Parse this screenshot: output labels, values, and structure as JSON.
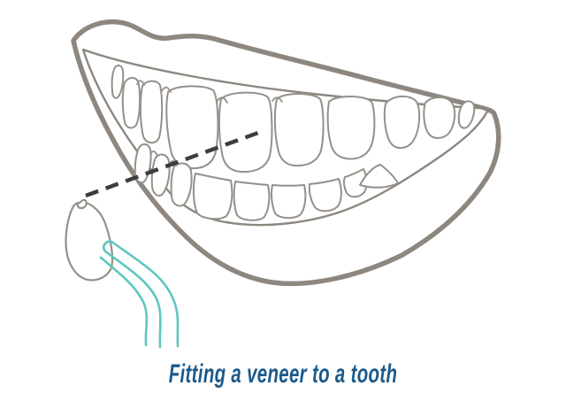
{
  "figure": {
    "caption": "Fitting a veneer to a tooth"
  },
  "illustration": {
    "parts": [
      "smiling-mouth",
      "upper-teeth",
      "lower-teeth",
      "veneer",
      "dental-instrument",
      "placement-dashed-line"
    ]
  },
  "colors": {
    "background": "#ffffff",
    "lip_outline": "#8d8780",
    "tooth_outline": "#95908a",
    "dashed_line": "#3d3d3d",
    "instrument_teal": "#5dc7be",
    "caption_text": "#1b5a8c"
  }
}
